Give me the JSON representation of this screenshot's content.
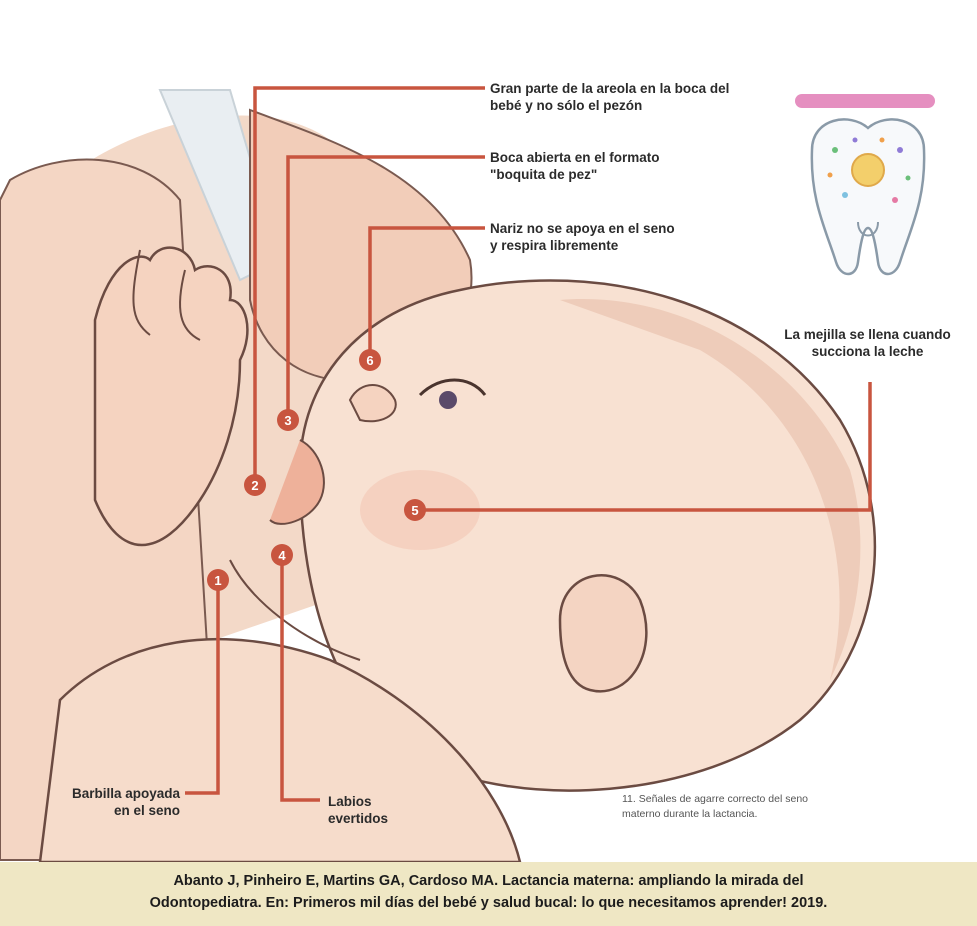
{
  "labels": {
    "areola": "Gran parte de la areola en la boca del\nbebé y no sólo el pezón",
    "boca": "Boca abierta en el formato\n\"boquita de pez\"",
    "nariz": "Nariz no se apoya en el seno\ny respira libremente",
    "mejilla": "La mejilla se llena cuando\nsucciona la leche",
    "barbilla": "Barbilla apoyada\nen el seno",
    "labios": "Labios\nevertidos"
  },
  "markers": [
    "1",
    "2",
    "3",
    "4",
    "5",
    "6"
  ],
  "figure_caption": "11. Señales de agarre correcto del seno materno durante la lactancia.",
  "citation": {
    "line1": "Abanto J, Pinheiro E, Martins GA, Cardoso MA. Lactancia materna: ampliando la mirada del",
    "line2": "Odontopediatra. En: Primeros mil días del bebé y salud bucal: lo que necesitamos aprender! 2019."
  },
  "colors": {
    "accent": "#c8553f",
    "skin": "#f6dccb",
    "skin_shadow": "#e7b9a2",
    "outline": "#6b4b42",
    "citation_bg": "#efe7c4"
  },
  "icons": [
    "tooth-icon"
  ]
}
